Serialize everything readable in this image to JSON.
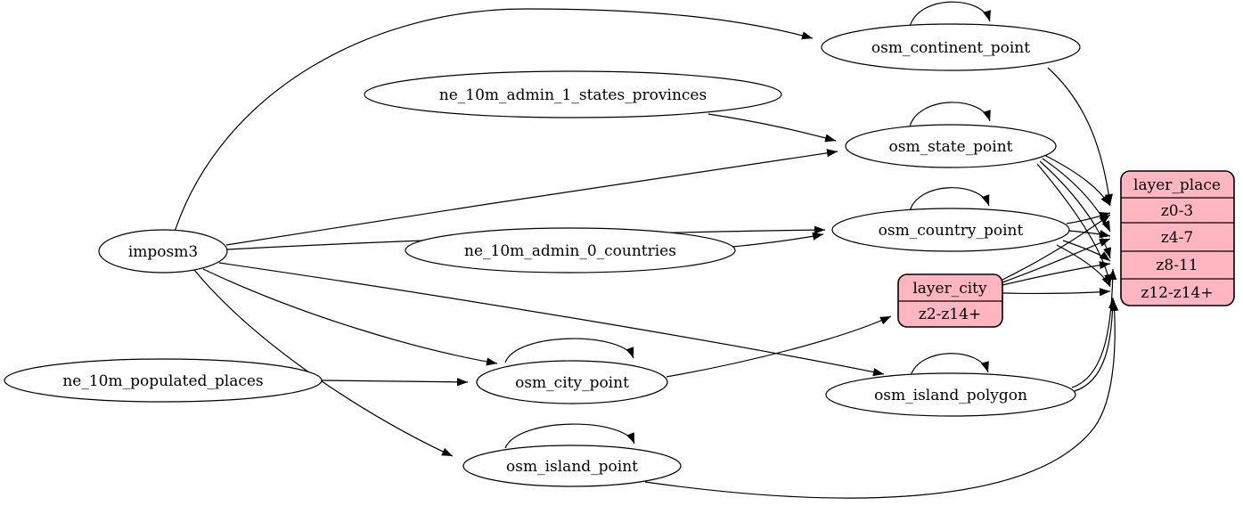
{
  "diagram": {
    "background_color": "#ffffff",
    "edge_color": "#000000",
    "table_node_fill": "#ffffff",
    "layer_node_fill": "#ffb6c1",
    "table_nodes": {
      "imposm3": {
        "label": "imposm3"
      },
      "ne_10m_admin_1_states_provinces": {
        "label": "ne_10m_admin_1_states_provinces"
      },
      "ne_10m_admin_0_countries": {
        "label": "ne_10m_admin_0_countries"
      },
      "ne_10m_populated_places": {
        "label": "ne_10m_populated_places"
      },
      "osm_continent_point": {
        "label": "osm_continent_point"
      },
      "osm_state_point": {
        "label": "osm_state_point"
      },
      "osm_country_point": {
        "label": "osm_country_point"
      },
      "osm_city_point": {
        "label": "osm_city_point"
      },
      "osm_island_polygon": {
        "label": "osm_island_polygon"
      },
      "osm_island_point": {
        "label": "osm_island_point"
      }
    },
    "layer_nodes": {
      "layer_city": {
        "header": "layer_city",
        "rows": [
          "z2-z14+"
        ]
      },
      "layer_place": {
        "header": "layer_place",
        "rows": [
          "z0-3",
          "z4-7",
          "z8-11",
          "z12-z14+"
        ]
      }
    },
    "edges": [
      {
        "from": "imposm3",
        "to": "osm_continent_point"
      },
      {
        "from": "imposm3",
        "to": "osm_state_point"
      },
      {
        "from": "imposm3",
        "to": "osm_country_point"
      },
      {
        "from": "imposm3",
        "to": "osm_city_point"
      },
      {
        "from": "imposm3",
        "to": "osm_island_polygon"
      },
      {
        "from": "imposm3",
        "to": "osm_island_point"
      },
      {
        "from": "ne_10m_admin_1_states_provinces",
        "to": "osm_state_point"
      },
      {
        "from": "ne_10m_admin_0_countries",
        "to": "osm_country_point"
      },
      {
        "from": "ne_10m_populated_places",
        "to": "osm_city_point"
      },
      {
        "from": "osm_continent_point",
        "to": "osm_continent_point"
      },
      {
        "from": "osm_state_point",
        "to": "osm_state_point"
      },
      {
        "from": "osm_country_point",
        "to": "osm_country_point"
      },
      {
        "from": "osm_city_point",
        "to": "osm_city_point"
      },
      {
        "from": "osm_island_polygon",
        "to": "osm_island_polygon"
      },
      {
        "from": "osm_island_point",
        "to": "osm_island_point"
      },
      {
        "from": "osm_continent_point",
        "to": "layer_place:z0-3"
      },
      {
        "from": "osm_state_point",
        "to": "layer_place:z0-3"
      },
      {
        "from": "osm_state_point",
        "to": "layer_place:z4-7"
      },
      {
        "from": "osm_state_point",
        "to": "layer_place:z8-11"
      },
      {
        "from": "osm_state_point",
        "to": "layer_place:z12-z14+"
      },
      {
        "from": "osm_country_point",
        "to": "layer_place:z0-3"
      },
      {
        "from": "osm_country_point",
        "to": "layer_place:z4-7"
      },
      {
        "from": "osm_country_point",
        "to": "layer_place:z8-11"
      },
      {
        "from": "osm_country_point",
        "to": "layer_place:z12-z14+"
      },
      {
        "from": "osm_city_point",
        "to": "layer_city:z2-z14+"
      },
      {
        "from": "layer_city",
        "to": "layer_place:z0-3"
      },
      {
        "from": "layer_city",
        "to": "layer_place:z4-7"
      },
      {
        "from": "layer_city",
        "to": "layer_place:z8-11"
      },
      {
        "from": "layer_city",
        "to": "layer_place:z12-z14+"
      },
      {
        "from": "osm_island_polygon",
        "to": "layer_place:z8-11"
      },
      {
        "from": "osm_island_polygon",
        "to": "layer_place:z12-z14+"
      },
      {
        "from": "osm_island_point",
        "to": "layer_place:z12-z14+"
      }
    ]
  }
}
